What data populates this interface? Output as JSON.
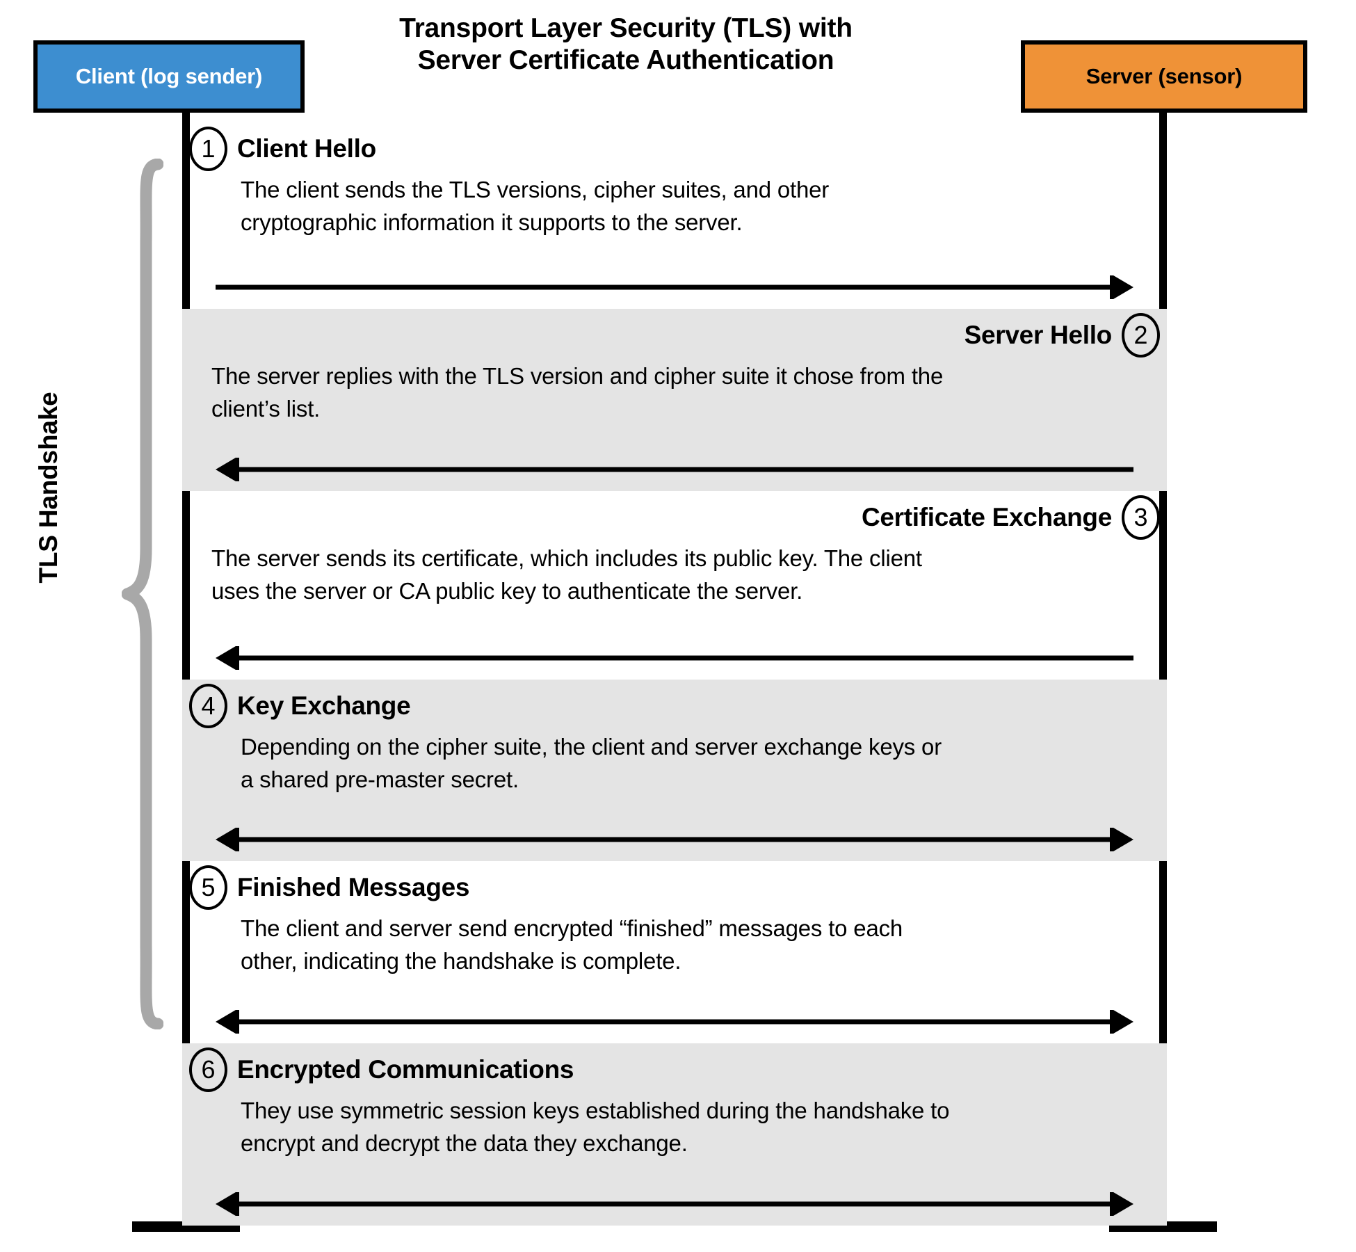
{
  "title": {
    "line1": "Transport Layer Security (TLS) with",
    "line2": "Server Certificate Authentication"
  },
  "actors": {
    "client": {
      "label": "Client (log sender)",
      "color": "#3d8ed0"
    },
    "server": {
      "label": "Server (sensor)",
      "color": "#ef9237"
    }
  },
  "brace": {
    "label": "TLS Handshake",
    "color": "#a8a8a8"
  },
  "palette": {
    "band_shaded": "#e4e4e4",
    "band_plain": "#ffffff",
    "stroke": "#000000"
  },
  "steps": [
    {
      "number": "1",
      "title": "Client Hello",
      "description": "The client sends the TLS versions, cipher suites, and other cryptographic information it supports to the server.",
      "align": "left",
      "shaded": false,
      "direction": "right"
    },
    {
      "number": "2",
      "title": "Server Hello",
      "description": "The server replies with the TLS version and cipher suite it chose from the client’s list.",
      "align": "right",
      "shaded": true,
      "direction": "left"
    },
    {
      "number": "3",
      "title": "Certificate Exchange",
      "description": "The server sends its certificate, which includes its public key. The client uses the server or CA public key to authenticate the server.",
      "align": "right",
      "shaded": false,
      "direction": "left"
    },
    {
      "number": "4",
      "title": "Key Exchange",
      "description": "Depending on the cipher suite, the client and server exchange keys or a shared pre-master secret.",
      "align": "left",
      "shaded": true,
      "direction": "both"
    },
    {
      "number": "5",
      "title": "Finished Messages",
      "description": "The client and server send encrypted “finished” messages to each other, indicating the handshake is complete.",
      "align": "left",
      "shaded": false,
      "direction": "both"
    },
    {
      "number": "6",
      "title": "Encrypted Communications",
      "description": "They use symmetric session keys established during the handshake to encrypt and decrypt the data they exchange.",
      "align": "left",
      "shaded": true,
      "direction": "both"
    }
  ]
}
